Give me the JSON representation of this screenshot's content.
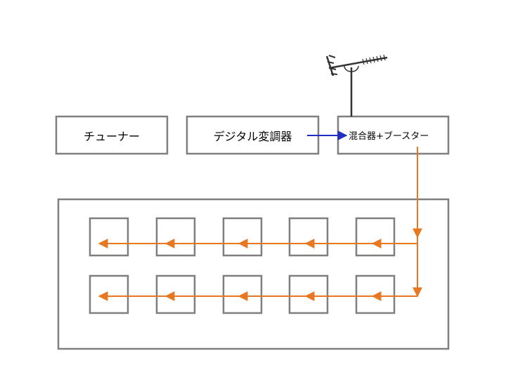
{
  "boxes": {
    "tuner": "チューナー",
    "modulator": "デジタル変調器",
    "mixer": "混合器+ブースター"
  },
  "colors": {
    "border": "#7f7f7f",
    "coax": "#e87722",
    "signal": "#1f2fbf",
    "antenna": "#333333"
  },
  "icons": {
    "antenna": "antenna-icon"
  },
  "grid": {
    "rows": 2,
    "columns": 5
  }
}
